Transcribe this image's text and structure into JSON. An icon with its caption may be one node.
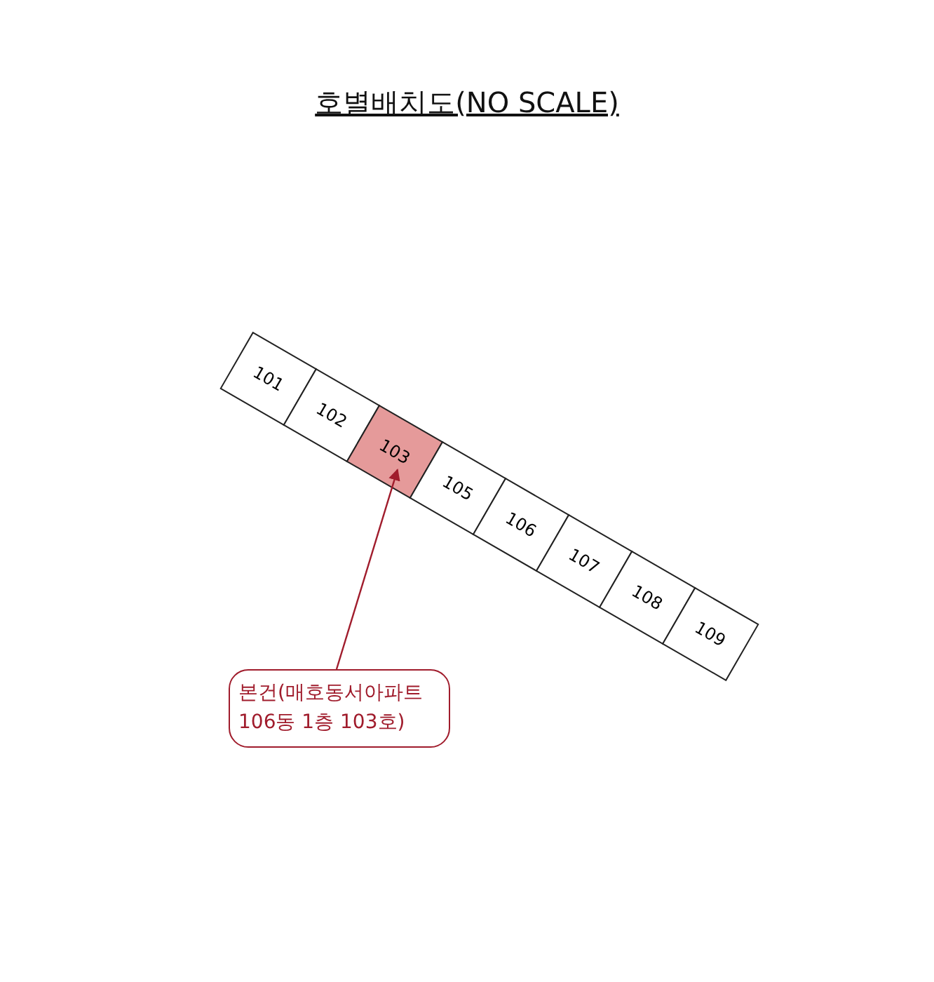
{
  "diagram": {
    "title": "호별배치도(NO SCALE)",
    "nodes": [
      {
        "text": [
          "101"
        ]
      },
      {
        "text": [
          "102"
        ]
      },
      {
        "text": [
          "103"
        ]
      },
      {
        "text": [
          "105"
        ]
      },
      {
        "text": [
          "106"
        ]
      },
      {
        "text": [
          "107"
        ]
      },
      {
        "text": [
          "108"
        ]
      },
      {
        "text": [
          "109"
        ]
      },
      {
        "text": [
          "본건(매호동서아파트 106동 1층 103호)"
        ]
      }
    ],
    "edges": [
      {
        "from": 8,
        "to": 2,
        "arrow": "to"
      }
    ]
  }
}
